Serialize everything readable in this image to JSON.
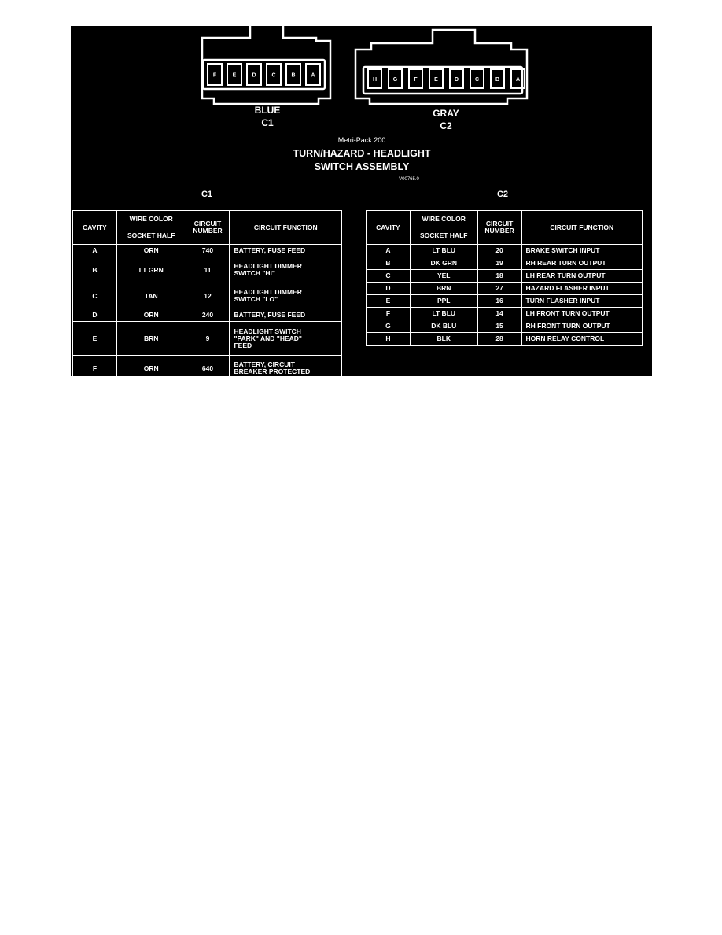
{
  "connectors": {
    "c1": {
      "color_label": "BLUE",
      "id_label": "C1",
      "cavities": [
        "F",
        "E",
        "D",
        "C",
        "B",
        "A"
      ]
    },
    "c2": {
      "color_label": "GRAY",
      "id_label": "C2",
      "cavities": [
        "H",
        "G",
        "F",
        "E",
        "D",
        "C",
        "B",
        "A"
      ]
    }
  },
  "title": {
    "series": "Metri-Pack 200",
    "line1": "TURN/HAZARD - HEADLIGHT",
    "line2": "SWITCH ASSEMBLY",
    "code": "V00765.0"
  },
  "headers": {
    "cavity": "CAVITY",
    "wire_color": "WIRE COLOR",
    "socket_half": "SOCKET HALF",
    "circuit_number_1": "CIRCUIT",
    "circuit_number_2": "NUMBER",
    "circuit_function": "CIRCUIT FUNCTION"
  },
  "table_c1": {
    "caption": "C1",
    "rows": [
      {
        "cavity": "A",
        "color": "ORN",
        "circuit": "740",
        "function": [
          "BATTERY, FUSE FEED"
        ]
      },
      {
        "cavity": "B",
        "color": "LT GRN",
        "circuit": "11",
        "function": [
          "HEADLIGHT DIMMER",
          "SWITCH \"HI\""
        ]
      },
      {
        "cavity": "C",
        "color": "TAN",
        "circuit": "12",
        "function": [
          "HEADLIGHT DIMMER",
          "SWITCH \"LO\""
        ]
      },
      {
        "cavity": "D",
        "color": "ORN",
        "circuit": "240",
        "function": [
          "BATTERY, FUSE FEED"
        ]
      },
      {
        "cavity": "E",
        "color": "BRN",
        "circuit": "9",
        "function": [
          "HEADLIGHT SWITCH",
          "\"PARK\" AND \"HEAD\"",
          "FEED"
        ]
      },
      {
        "cavity": "F",
        "color": "ORN",
        "circuit": "640",
        "function": [
          "BATTERY, CIRCUIT",
          "BREAKER PROTECTED"
        ]
      }
    ]
  },
  "table_c2": {
    "caption": "C2",
    "rows": [
      {
        "cavity": "A",
        "color": "LT BLU",
        "circuit": "20",
        "function": [
          "BRAKE SWITCH INPUT"
        ]
      },
      {
        "cavity": "B",
        "color": "DK GRN",
        "circuit": "19",
        "function": [
          "RH REAR TURN OUTPUT"
        ]
      },
      {
        "cavity": "C",
        "color": "YEL",
        "circuit": "18",
        "function": [
          "LH REAR TURN OUTPUT"
        ]
      },
      {
        "cavity": "D",
        "color": "BRN",
        "circuit": "27",
        "function": [
          "HAZARD FLASHER INPUT"
        ]
      },
      {
        "cavity": "E",
        "color": "PPL",
        "circuit": "16",
        "function": [
          "TURN FLASHER INPUT"
        ]
      },
      {
        "cavity": "F",
        "color": "LT BLU",
        "circuit": "14",
        "function": [
          "LH FRONT TURN OUTPUT"
        ]
      },
      {
        "cavity": "G",
        "color": "DK BLU",
        "circuit": "15",
        "function": [
          "RH FRONT TURN OUTPUT"
        ]
      },
      {
        "cavity": "H",
        "color": "BLK",
        "circuit": "28",
        "function": [
          "HORN RELAY CONTROL"
        ]
      }
    ]
  },
  "colors": {
    "background": "#000000",
    "foreground": "#ffffff",
    "page": "#ffffff"
  }
}
